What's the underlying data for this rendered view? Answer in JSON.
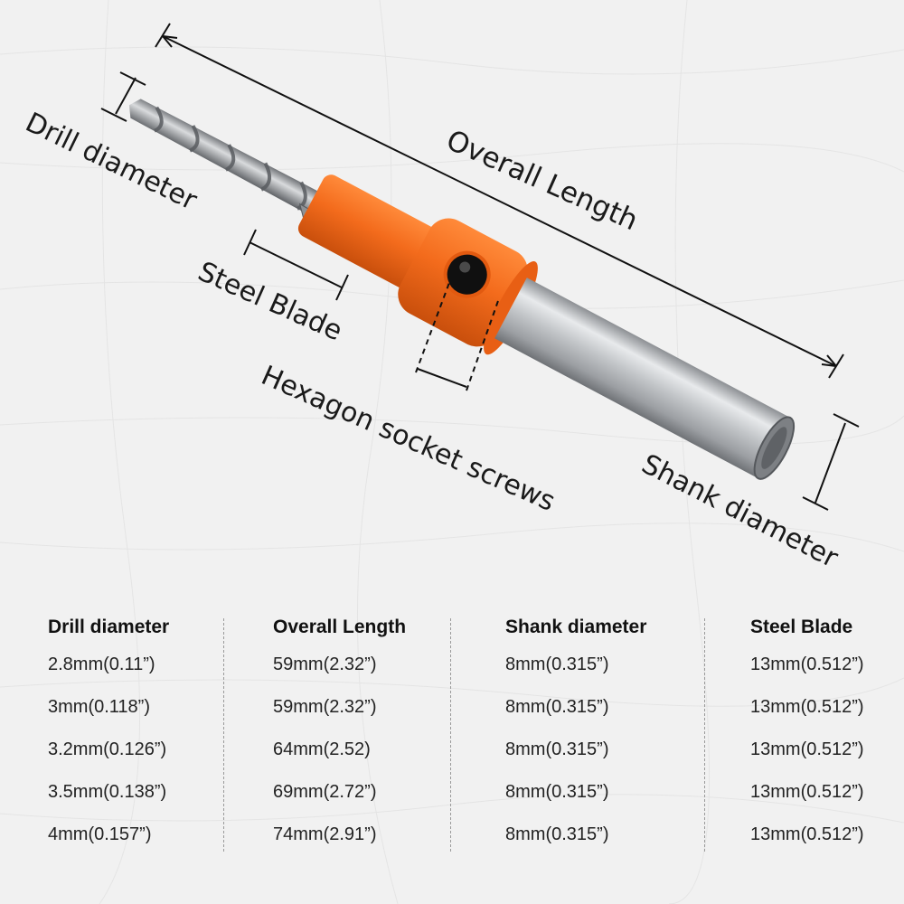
{
  "diagram": {
    "labels": {
      "overall_length": "Overall Length",
      "drill_diameter": "Drill diameter",
      "steel_blade": "Steel Blade",
      "hex_screws": "Hexagon socket screws",
      "shank_diameter": "Shank diameter"
    },
    "colors": {
      "collar": "#f36b1c",
      "steel": "#b9bcbf",
      "background": "#f1f1f1"
    }
  },
  "table": {
    "columns": [
      {
        "header": "Drill diameter",
        "cells": [
          "2.8mm(0.11”)",
          "3mm(0.118”)",
          "3.2mm(0.126”)",
          "3.5mm(0.138”)",
          "4mm(0.157”)"
        ]
      },
      {
        "header": "Overall Length",
        "cells": [
          "59mm(2.32”)",
          "59mm(2.32”)",
          "64mm(2.52)",
          "69mm(2.72”)",
          "74mm(2.91”)"
        ]
      },
      {
        "header": "Shank diameter",
        "cells": [
          "8mm(0.315”)",
          "8mm(0.315”)",
          "8mm(0.315”)",
          "8mm(0.315”)",
          "8mm(0.315”)"
        ]
      },
      {
        "header": "Steel Blade",
        "cells": [
          "13mm(0.512”)",
          "13mm(0.512”)",
          "13mm(0.512”)",
          "13mm(0.512”)",
          "13mm(0.512”)"
        ]
      }
    ]
  }
}
